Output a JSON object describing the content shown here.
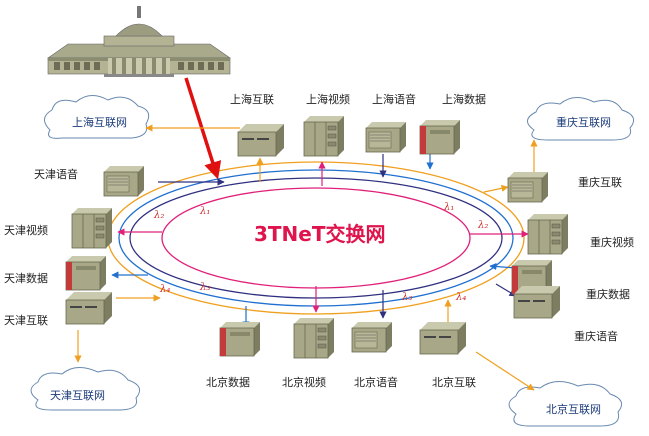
{
  "center_title": "3TNeT交换网",
  "nodes": {
    "shanghai_internet": "上海互联",
    "shanghai_video": "上海视频",
    "shanghai_voice": "上海语音",
    "shanghai_data": "上海数据",
    "chongqing_internet": "重庆互联",
    "chongqing_video": "重庆视频",
    "chongqing_data": "重庆数据",
    "chongqing_voice": "重庆语音",
    "beijing_data": "北京数据",
    "beijing_video": "北京视频",
    "beijing_voice": "北京语音",
    "beijing_internet": "北京互联",
    "tianjin_voice": "天津语音",
    "tianjin_video": "天津视频",
    "tianjin_data": "天津数据",
    "tianjin_internet": "天津互联"
  },
  "clouds": {
    "shanghai": "上海互联网",
    "chongqing": "重庆互联网",
    "tianjin": "天津互联网",
    "beijing": "北京互联网"
  },
  "lambdas": {
    "l1a": "λ₁",
    "l1b": "λ₁",
    "l2a": "λ₂",
    "l2b": "λ₂",
    "l3a": "λ₃",
    "l3b": "λ₃",
    "l4a": "λ₄",
    "l4b": "λ₄"
  },
  "colors": {
    "ring_orange": "#f0a020",
    "ring_blue": "#2070d0",
    "ring_navy": "#303080",
    "ring_magenta": "#e0207a",
    "red_arrow": "#e01010",
    "title": "#e0144c"
  }
}
